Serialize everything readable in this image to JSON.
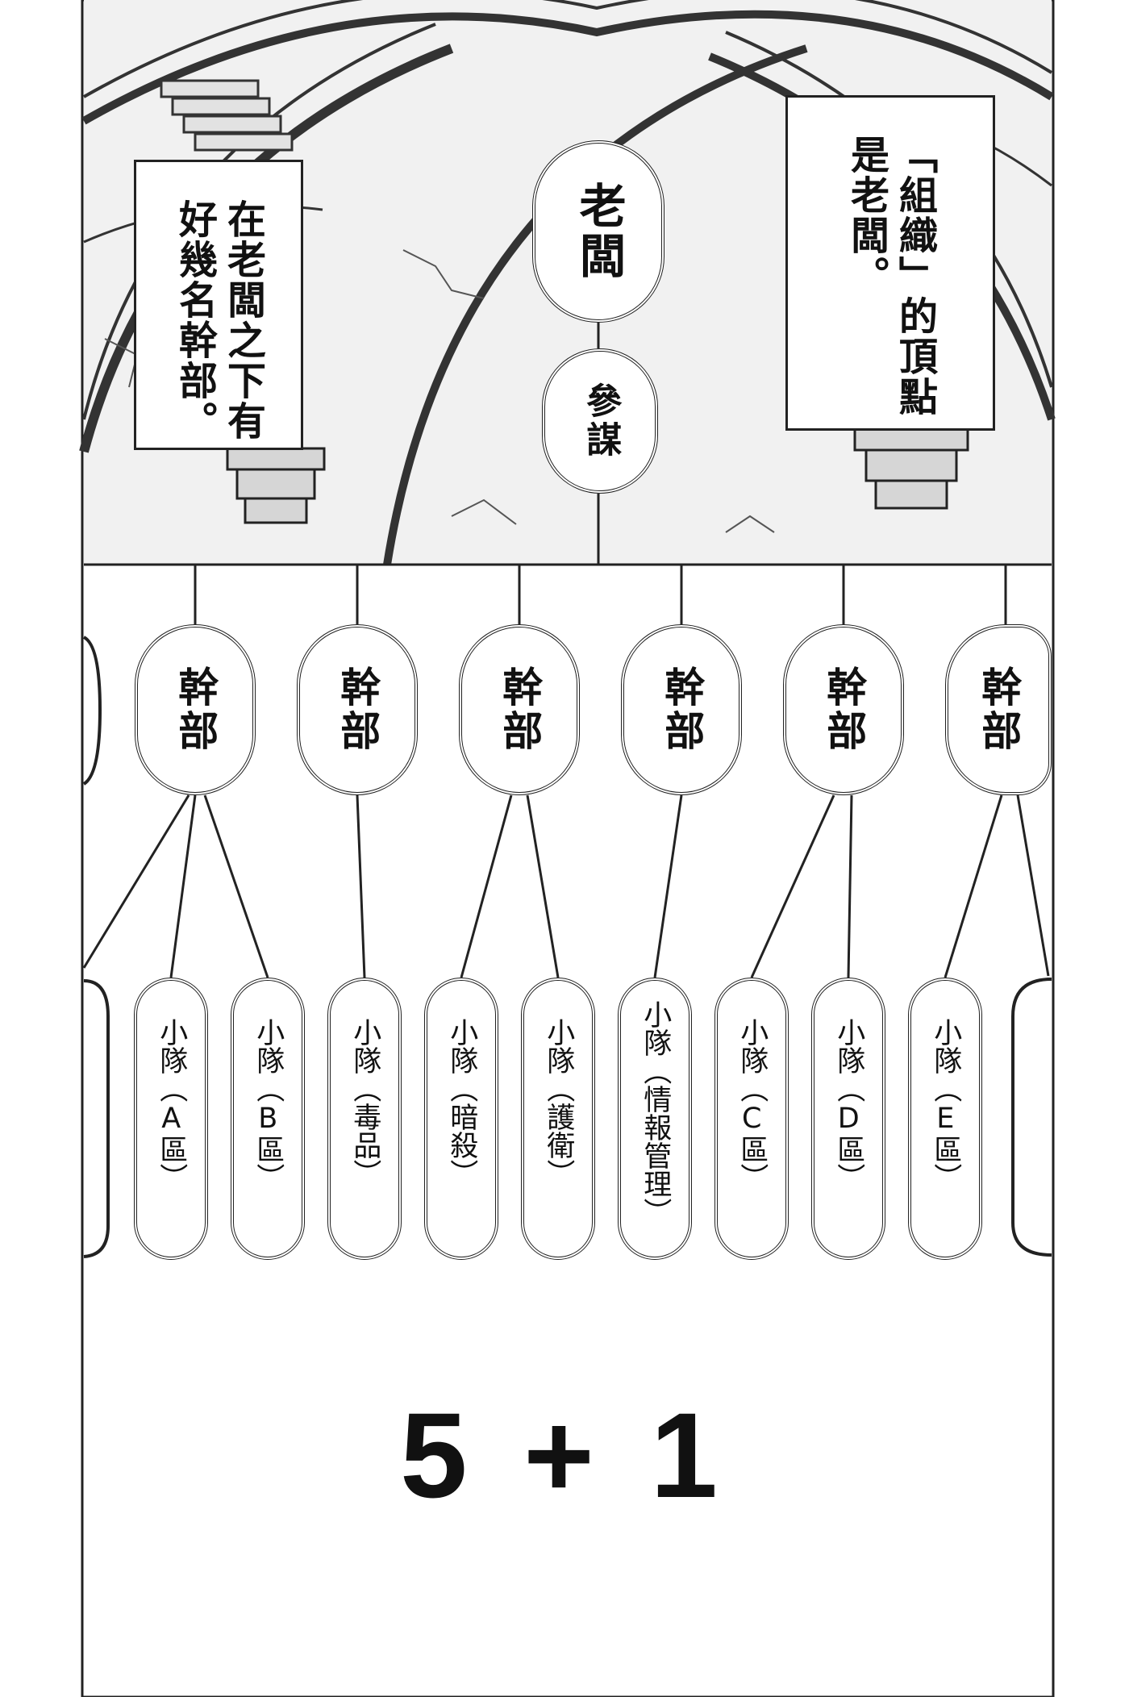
{
  "page": {
    "background": "#ffffff",
    "ink": "#111111"
  },
  "captions": {
    "left": "在老闆之下有好幾名幹部。",
    "right": "「組織」的頂點是老闆。"
  },
  "org": {
    "boss": "老闆",
    "advisor": "參謀",
    "executives": [
      "幹部",
      "幹部",
      "幹部",
      "幹部",
      "幹部",
      "幹部"
    ],
    "squads": [
      "小隊（A區）",
      "小隊（B區）",
      "小隊（毒品）",
      "小隊（暗殺）",
      "小隊（護衛）",
      "小隊（情報管理）",
      "小隊（C區）",
      "小隊（D區）",
      "小隊（E區）"
    ]
  },
  "footer": {
    "text": "5 + 1"
  }
}
